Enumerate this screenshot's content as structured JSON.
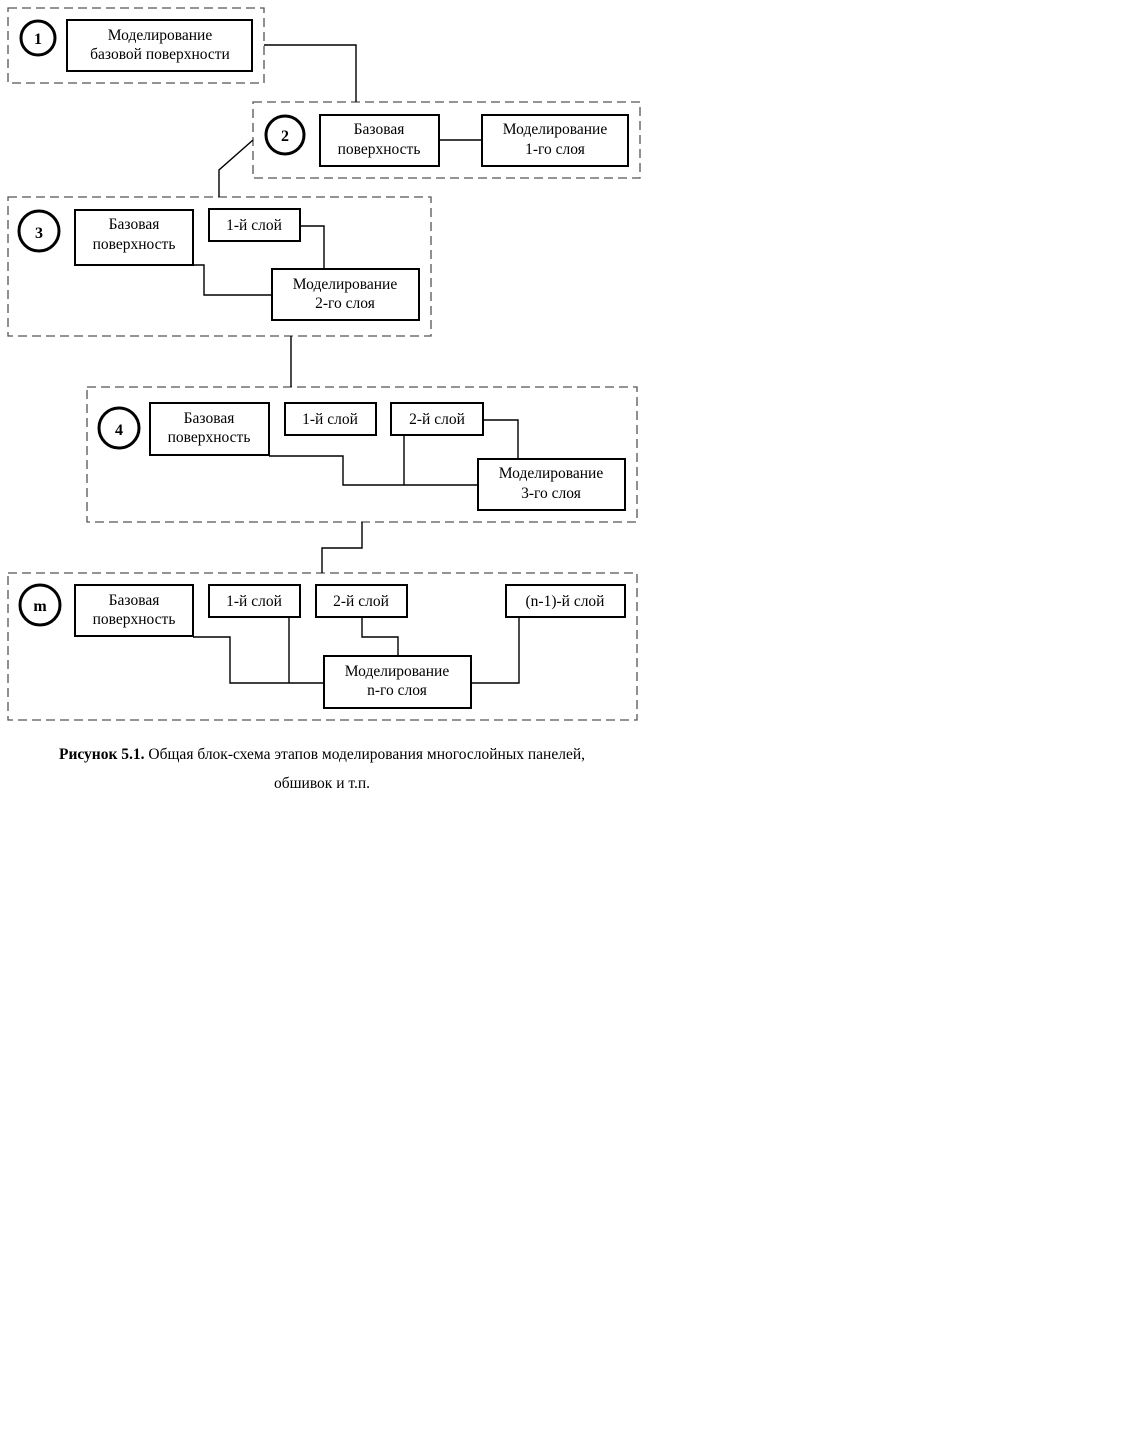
{
  "stages": [
    {
      "number": "1",
      "boxes": [
        {
          "lines": [
            "Моделирование",
            "базовой поверхности"
          ]
        }
      ]
    },
    {
      "number": "2",
      "boxes": [
        {
          "lines": [
            "Базовая",
            "поверхность"
          ]
        },
        {
          "lines": [
            "Моделирование",
            "1-го слоя"
          ]
        }
      ]
    },
    {
      "number": "3",
      "boxes": [
        {
          "lines": [
            "Базовая",
            "поверхность"
          ]
        },
        {
          "lines": [
            "1-й слой"
          ]
        },
        {
          "lines": [
            "Моделирование",
            "2-го слоя"
          ]
        }
      ]
    },
    {
      "number": "4",
      "boxes": [
        {
          "lines": [
            "Базовая",
            "поверхность"
          ]
        },
        {
          "lines": [
            "1-й слой"
          ]
        },
        {
          "lines": [
            "2-й слой"
          ]
        },
        {
          "lines": [
            "Моделирование",
            "3-го слоя"
          ]
        }
      ]
    },
    {
      "number": "m",
      "boxes": [
        {
          "lines": [
            "Базовая",
            "поверхность"
          ]
        },
        {
          "lines": [
            "1-й слой"
          ]
        },
        {
          "lines": [
            "2-й слой"
          ]
        },
        {
          "lines": [
            "(n-1)-й слой"
          ]
        },
        {
          "lines": [
            "Моделирование",
            "n-го слоя"
          ]
        }
      ]
    }
  ],
  "caption": {
    "label": "Рисунок 5.1.",
    "text": "Общая блок-схема этапов моделирования многослойных панелей,",
    "text_line2": "обшивок и т.п."
  }
}
